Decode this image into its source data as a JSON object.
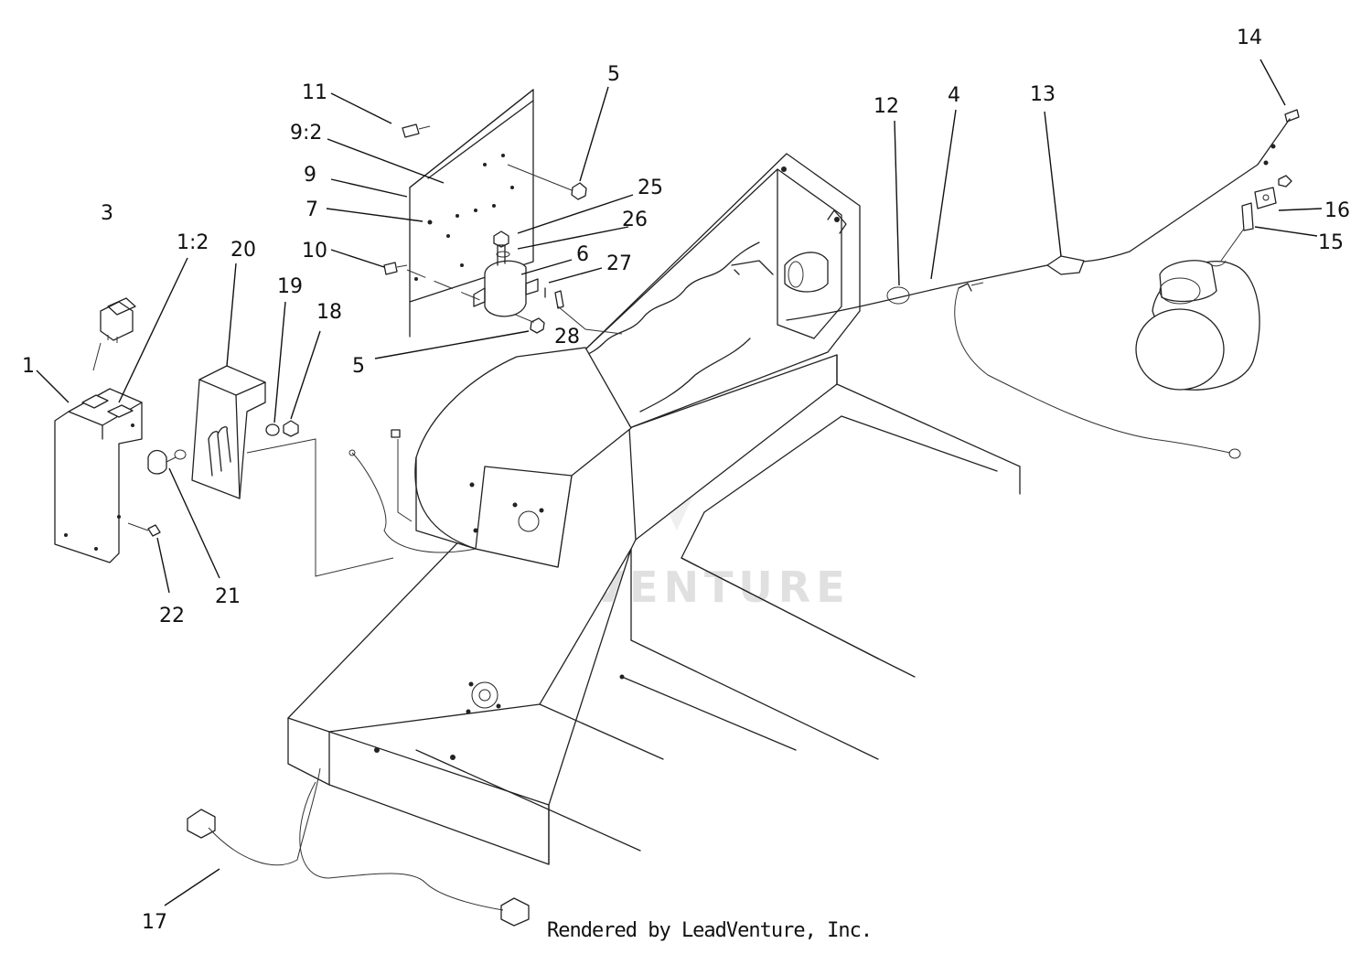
{
  "callouts": {
    "c1": "1",
    "c1_2": "1:2",
    "c3": "3",
    "c4": "4",
    "c5a": "5",
    "c5b": "5",
    "c6": "6",
    "c7": "7",
    "c9": "9",
    "c9_2": "9:2",
    "c10": "10",
    "c11": "11",
    "c12": "12",
    "c13": "13",
    "c14": "14",
    "c15": "15",
    "c16": "16",
    "c17": "17",
    "c18": "18",
    "c19": "19",
    "c20": "20",
    "c21": "21",
    "c22": "22",
    "c25": "25",
    "c26": "26",
    "c27": "27",
    "c28": "28"
  },
  "watermark": {
    "text": "LEADVENTURE"
  },
  "credit": "Rendered by LeadVenture, Inc."
}
